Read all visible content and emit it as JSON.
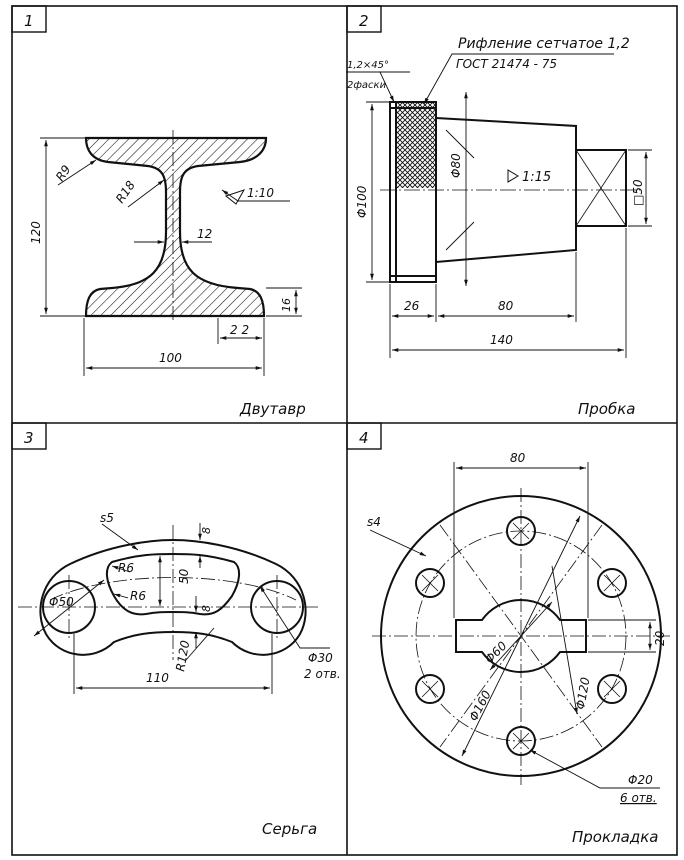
{
  "panels": [
    {
      "number": "1",
      "title": "Двутавр"
    },
    {
      "number": "2",
      "title": "Пробка"
    },
    {
      "number": "3",
      "title": "Серьга"
    },
    {
      "number": "4",
      "title": "Прокладка"
    }
  ],
  "p1": {
    "r9": "R9",
    "r18": "R18",
    "slope": "1:10",
    "web": "12",
    "h120": "120",
    "f16": "16",
    "w22": "2 2",
    "w100": "100"
  },
  "p2": {
    "note1": "Рифление сетчатое 1,2",
    "note2": "ГОСТ 21474 - 75",
    "chamfer1": "1,2×45°",
    "chamfer2": "2фаски",
    "d100": "Φ100",
    "d80": "Φ80",
    "taper": "1:15",
    "sq50": "□50",
    "l26": "26",
    "l80": "80",
    "l140": "140"
  },
  "p3": {
    "s5": "s5",
    "r6a": "R6",
    "r6b": "R6",
    "d50": "Φ50",
    "h50": "50",
    "h8a": "8",
    "h8b": "8",
    "r120": "R120",
    "d30": "Φ30",
    "holes": "2 отв.",
    "l110": "110"
  },
  "p4": {
    "s4": "s4",
    "w80": "80",
    "d60": "Φ60",
    "k20": "20",
    "d160": "Φ160",
    "d120": "Φ120",
    "d20": "Φ20",
    "holes": "6 отв."
  }
}
